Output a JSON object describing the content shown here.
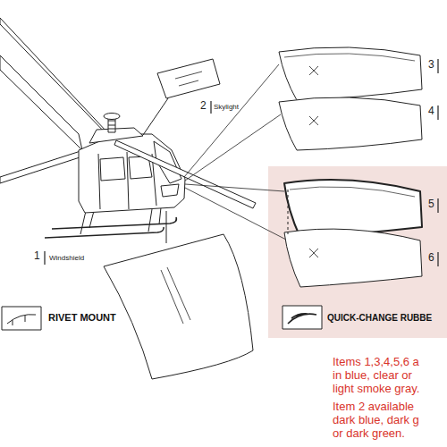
{
  "diagram": {
    "labels": [
      "1",
      "Windshield",
      "2",
      "Skylight",
      "3",
      "4",
      "5",
      "6",
      "RIVET MOUNT",
      "QUICK-CHANGE RUBBE",
      "Items 1,3,4,5,6 a",
      "in blue, clear or",
      "light smoke gray.",
      "Item 2 available",
      "dark blue, dark g",
      "or dark green."
    ]
  }
}
